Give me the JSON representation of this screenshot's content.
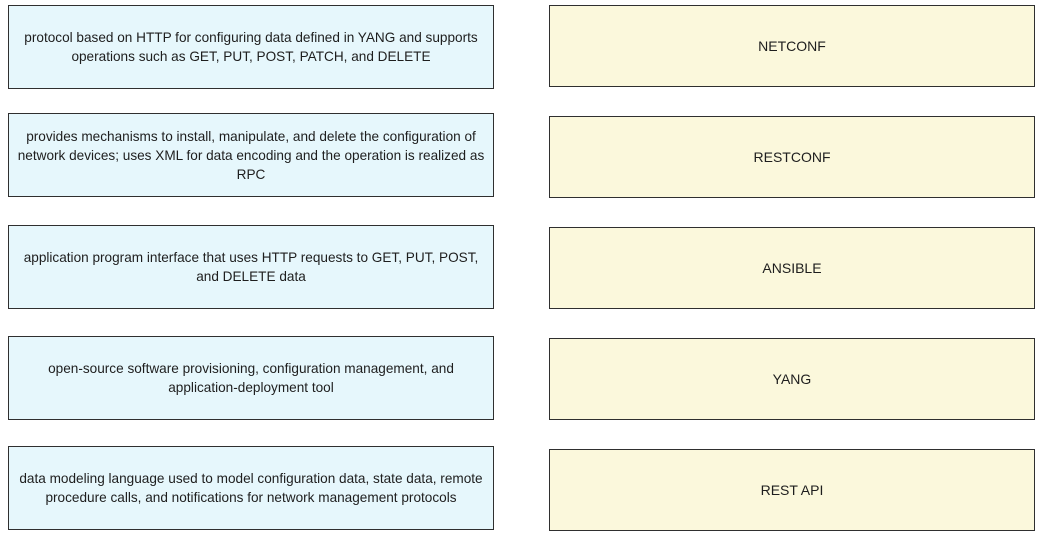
{
  "descriptions": [
    "protocol based on HTTP for configuring data defined in YANG and supports operations such as GET, PUT, POST, PATCH, and DELETE",
    "provides mechanisms to install, manipulate, and delete the configuration of network devices; uses XML for data encoding and the operation is realized as RPC",
    "application program interface that uses HTTP requests to GET, PUT, POST, and DELETE data",
    "open-source software provisioning, configuration management, and application-deployment tool",
    "data modeling language used to model configuration data, state data, remote procedure calls, and notifications for network management protocols"
  ],
  "terms": [
    "NETCONF",
    "RESTCONF",
    "ANSIBLE",
    "YANG",
    "REST API"
  ],
  "colors": {
    "description_bg": "#e6f7fc",
    "term_bg": "#fbf8dc",
    "border": "#2f2f2f"
  }
}
